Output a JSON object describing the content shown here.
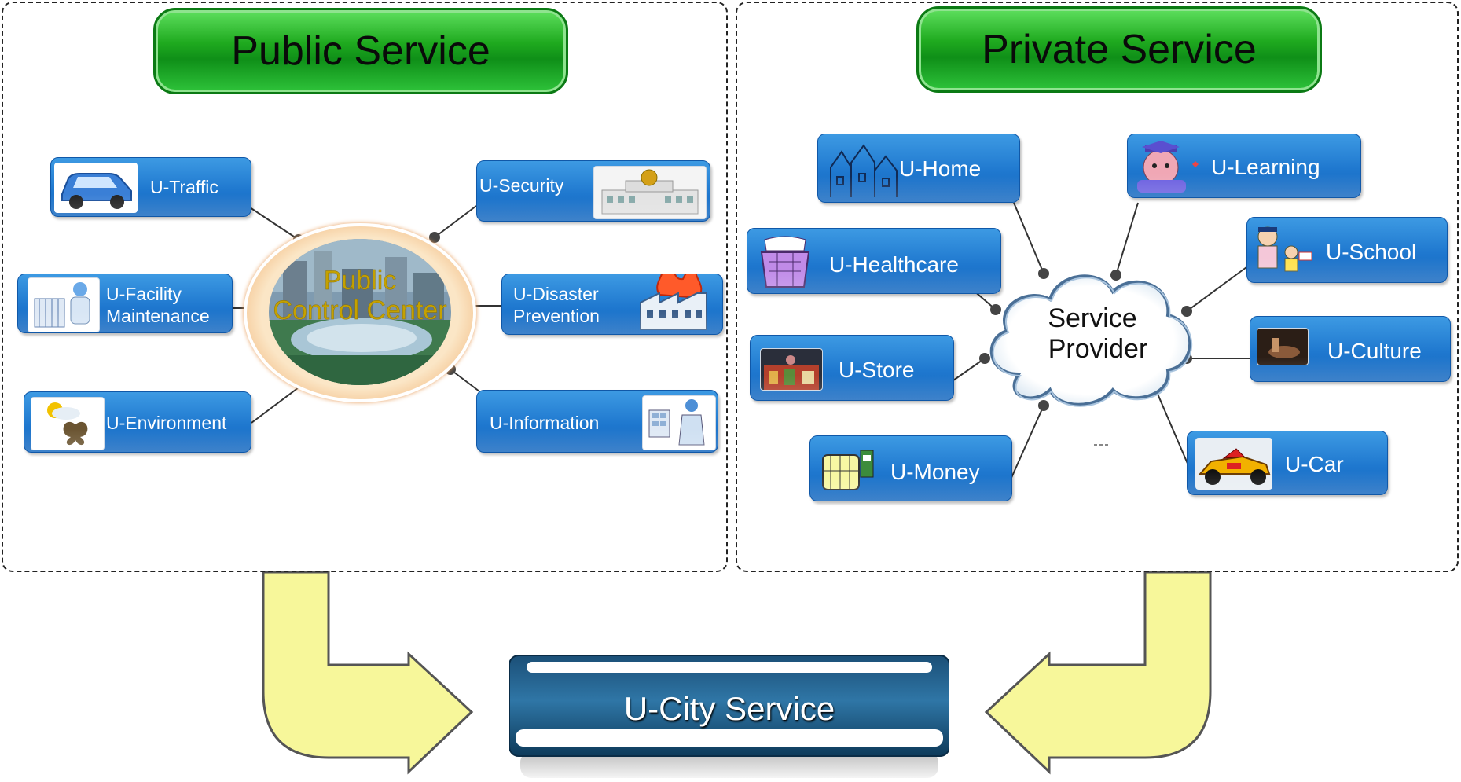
{
  "public": {
    "title": "Public Service",
    "hub_line1": "Public",
    "hub_line2": "Control Center",
    "services": {
      "traffic": "U-Traffic",
      "security": "U-Security",
      "facility_line1": "U-Facility",
      "facility_line2": "Maintenance",
      "disaster_line1": "U-Disaster",
      "disaster_line2": "Prevention",
      "environment": "U-Environment",
      "information": "U-Information"
    }
  },
  "private": {
    "title": "Private Service",
    "hub_line1": "Service",
    "hub_line2": "Provider",
    "services": {
      "home": "U-Home",
      "learning": "U-Learning",
      "healthcare": "U-Healthcare",
      "school": "U-School",
      "store": "U-Store",
      "culture": "U-Culture",
      "money": "U-Money",
      "car": "U-Car"
    }
  },
  "result": {
    "title": "U-City Service"
  },
  "colors": {
    "card_blue": "#1f78cf",
    "header_green": "#1faa1f",
    "arrow_yellow": "#f7f79a",
    "hub_ring": "#f0b27a",
    "ucity_navy": "#0e3a5c"
  }
}
